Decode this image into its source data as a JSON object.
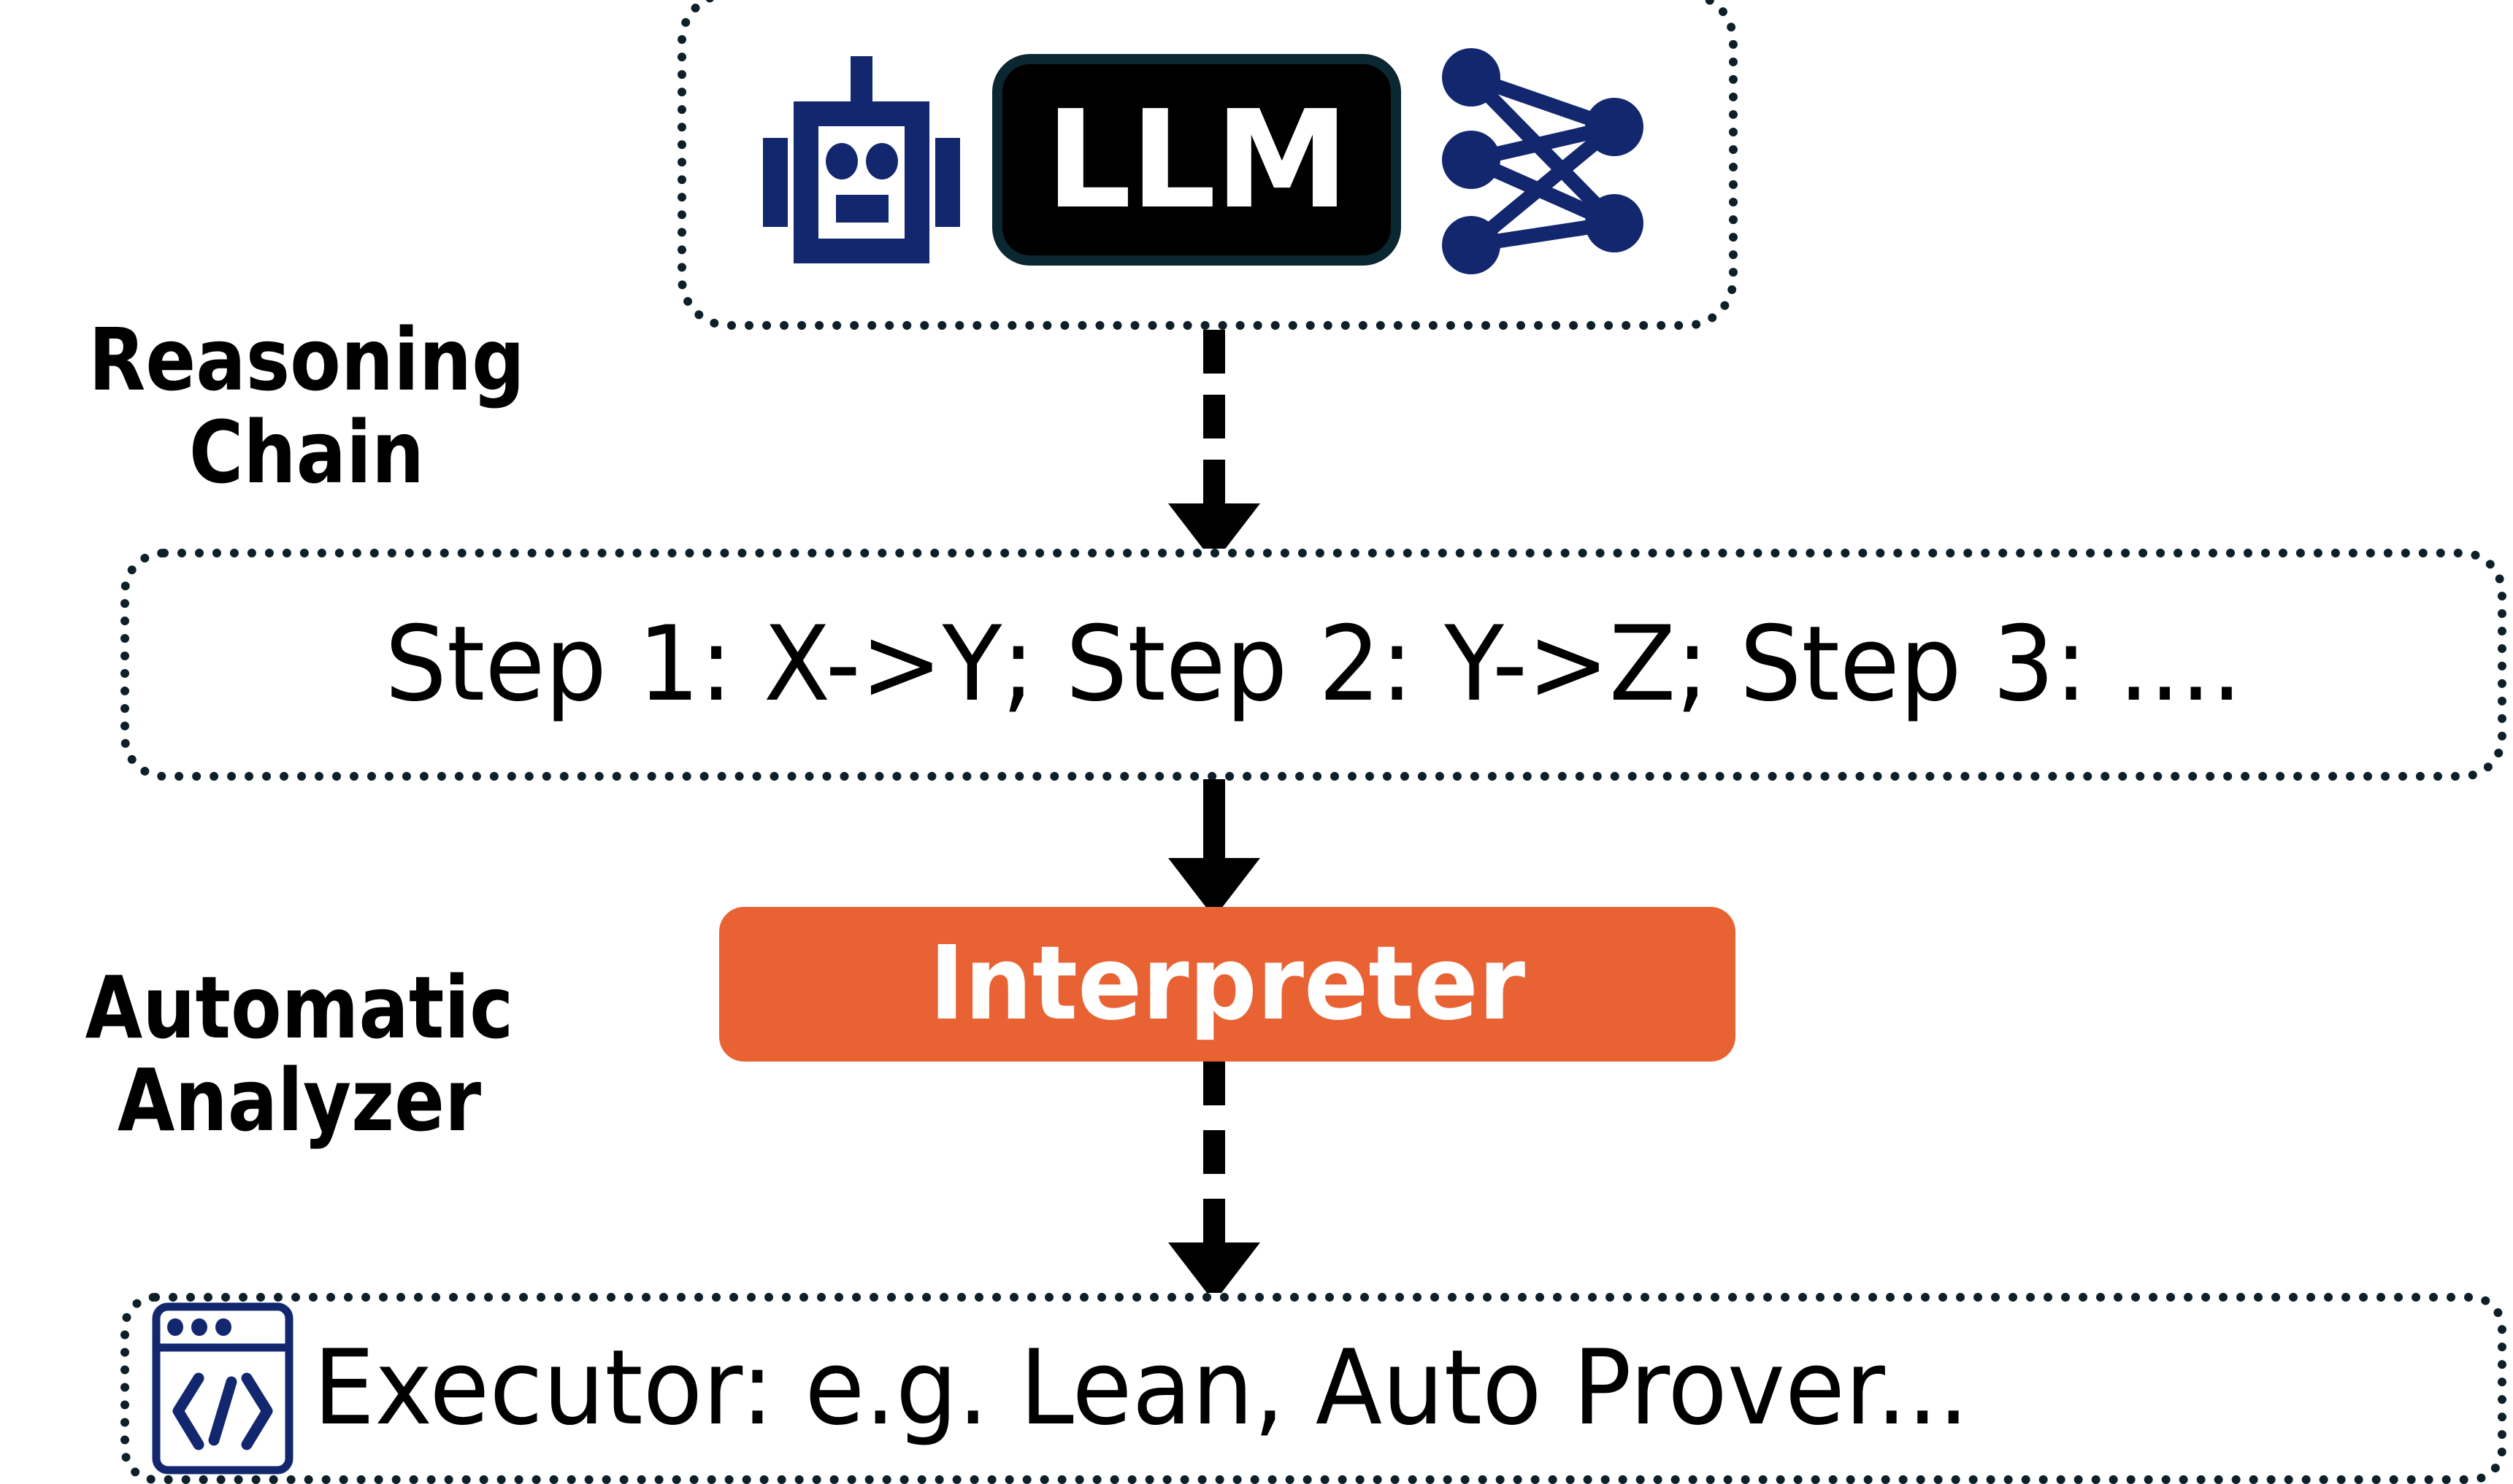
{
  "diagram": {
    "title": "Reasoning Chain Automatic Analyzer",
    "colors": {
      "accent_orange": "#E96234",
      "icon_navy": "#12276E",
      "border_dark": "#0D2029",
      "badge_black": "#000000",
      "badge_border": "#0B2731",
      "text_black": "#000000",
      "background": "#FFFFFF"
    }
  },
  "model_box": {
    "robot_icon_name": "robot-icon",
    "llm_badge_label": "LLM",
    "neural_net_icon_name": "neural-network-icon"
  },
  "labels": {
    "reasoning_chain": "Reasoning\nChain",
    "automatic_analyzer": "Automatic\nAnalyzer"
  },
  "chain_box": {
    "text": "Step 1: X->Y; Step 2: Y->Z; Step 3: ...."
  },
  "interpreter": {
    "label": "Interpreter"
  },
  "executor_box": {
    "icon_name": "code-window-icon",
    "text": "Executor: e.g. Lean, Auto Prover..."
  },
  "arrows": [
    {
      "name": "arrow-model-to-chain",
      "style": "dashed-down"
    },
    {
      "name": "arrow-chain-to-interpreter",
      "style": "dashed-down"
    },
    {
      "name": "arrow-interpreter-to-executor",
      "style": "dashed-down"
    }
  ]
}
